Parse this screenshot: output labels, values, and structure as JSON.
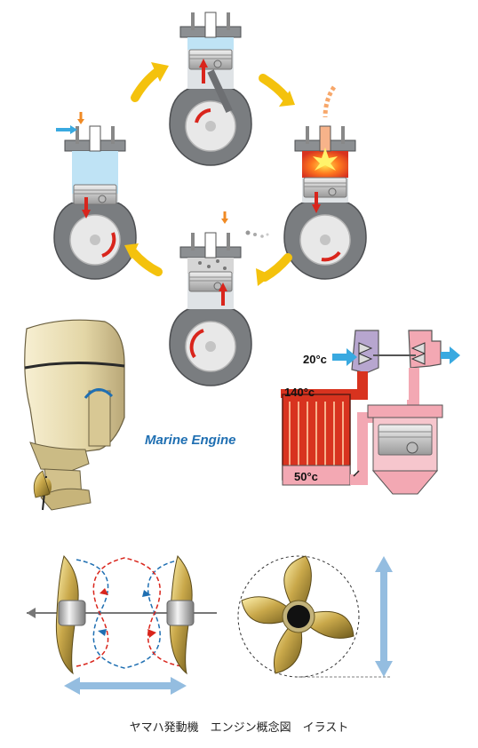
{
  "title": "Marine Engine",
  "temps": {
    "intake": "20°c",
    "hot": "140°c",
    "cool": "50°c"
  },
  "caption": "ヤマハ発動機　エンジン概念図　イラスト",
  "colors": {
    "accent_blue": "#1f6fb2",
    "arrow_yellow": "#f4c20d",
    "arrow_red": "#d9251c",
    "engine_gray": "#7a7d80",
    "cowling_beige": "#eadfb6",
    "propeller_gold": "#b79a3c",
    "flow_blue": "#39a9e0",
    "heat_red": "#d8331f",
    "pink": "#f3a8b3"
  }
}
